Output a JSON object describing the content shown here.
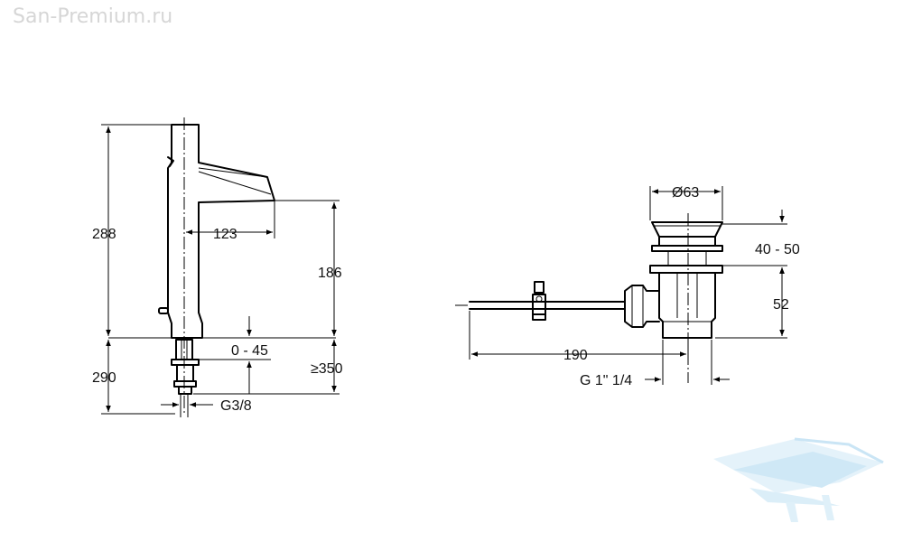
{
  "watermark": "San-Premium.ru",
  "faucet": {
    "dims": {
      "height_total": "288",
      "spout_reach": "123",
      "spout_height": "186",
      "rotation": "0 - 45",
      "below_deck": "290",
      "min_deck_to_floor": "≥350",
      "connection": "G3/8"
    }
  },
  "drain": {
    "dims": {
      "flange_diameter": "Ø63",
      "thickness_range": "40 - 50",
      "body_height": "52",
      "rod_length": "190",
      "thread": "G 1\" 1/4"
    }
  }
}
